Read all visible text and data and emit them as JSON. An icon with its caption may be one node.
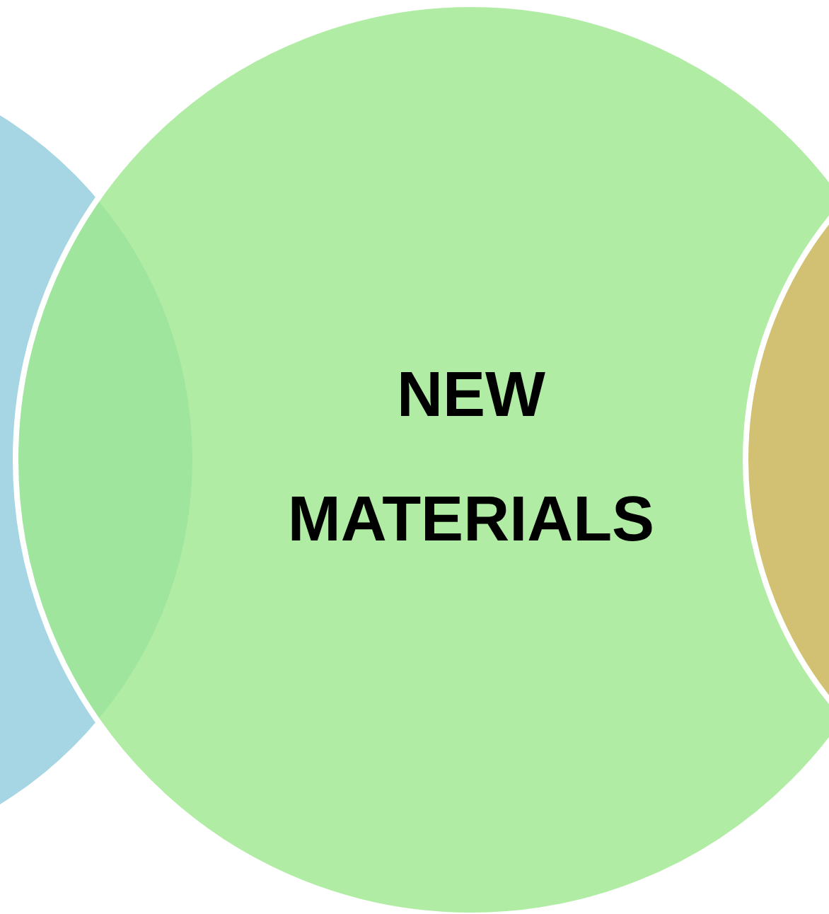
{
  "diagram": {
    "nodes": [
      {
        "text": [],
        "shape": "circle"
      },
      {
        "text": [
          "NEW MATERIALS"
        ]
      },
      {
        "text": [],
        "shape": "circle"
      }
    ]
  }
}
